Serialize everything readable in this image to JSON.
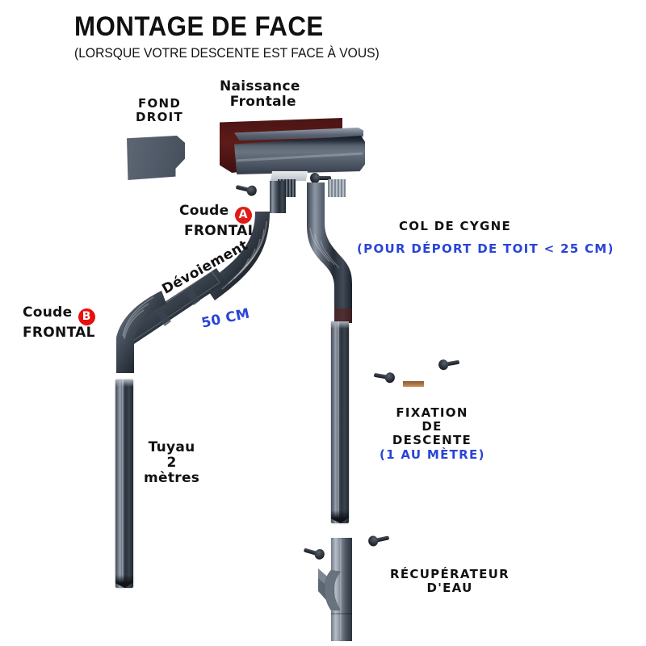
{
  "header": {
    "title": "MONTAGE DE FACE",
    "subtitle": "(LORSQUE VOTRE DESCENTE EST FACE À VOUS)"
  },
  "colors": {
    "text": "#111111",
    "blue_note": "#2a44d8",
    "badge_a": "#e01b16",
    "badge_b": "#e8100c",
    "gutter_interior": "#5e1b18",
    "metal_grey": "#5d6673",
    "background": "#ffffff"
  },
  "labels": {
    "fond_droit": {
      "line1": "FOND",
      "line2": "DROIT"
    },
    "naissance_frontale": {
      "line1": "Naissance",
      "line2": "Frontale"
    },
    "coude_a": {
      "line1_pre": "Coude",
      "badge": "A",
      "line2": "FRONTAL"
    },
    "coude_b": {
      "line1_pre": "Coude",
      "badge": "B",
      "line2": "FRONTAL"
    },
    "col_de_cygne": {
      "title": "COL DE CYGNE",
      "note": "(POUR DÉPORT DE TOIT < 25 CM)"
    },
    "devoiement": {
      "name": "Dévoiement",
      "measure": "50 CM"
    },
    "tuyau": {
      "line1": "Tuyau",
      "line2": "2",
      "line3": "mètres"
    },
    "fixation": {
      "line1": "FIXATION",
      "line2": "DE",
      "line3": "DESCENTE",
      "note": "(1 AU MÈTRE)"
    },
    "recuperateur": {
      "line1": "RÉCUPÉRATEUR",
      "line2": "D'EAU"
    }
  },
  "parts": [
    {
      "id": "fond-droit",
      "name": "Fond droit",
      "type": "gutter-end-cap"
    },
    {
      "id": "naissance-frontale",
      "name": "Naissance Frontale",
      "type": "gutter-outlet-section"
    },
    {
      "id": "coude-a",
      "name": "Coude A frontal",
      "type": "ribbed-elbow"
    },
    {
      "id": "coude-b",
      "name": "Coude B frontal",
      "type": "ribbed-elbow"
    },
    {
      "id": "col-de-cygne",
      "name": "Col de cygne",
      "type": "swan-neck"
    },
    {
      "id": "devoiement",
      "name": "Dévoiement",
      "type": "offset-pipe",
      "measure": "50 CM"
    },
    {
      "id": "tuyau",
      "name": "Tuyau 2 mètres",
      "type": "downspout-pipe"
    },
    {
      "id": "fixation-descente",
      "name": "Fixation de descente",
      "type": "bracket",
      "note": "1 au mètre"
    },
    {
      "id": "recuperateur-eau",
      "name": "Récupérateur d'eau",
      "type": "rainwater-collector"
    }
  ]
}
